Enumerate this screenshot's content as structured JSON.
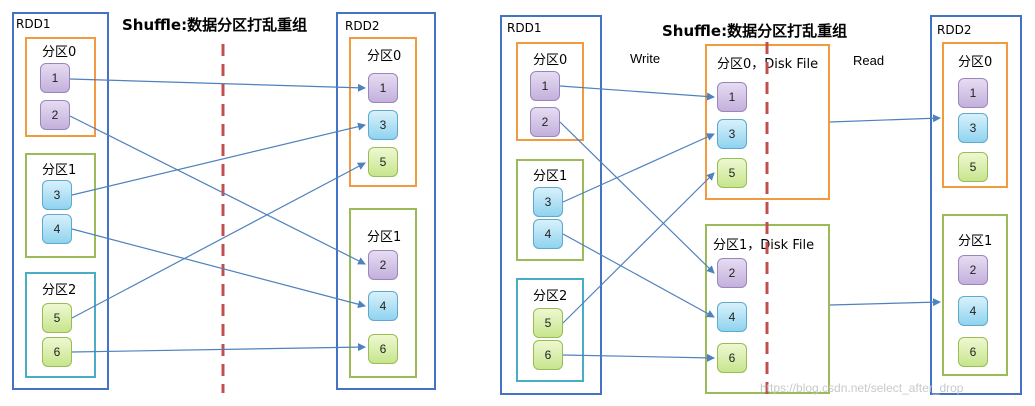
{
  "left": {
    "title": "Shuffle:数据分区打乱重组",
    "rdd1_label": "RDD1",
    "rdd2_label": "RDD2",
    "src_partitions": [
      {
        "label": "分区0",
        "items": [
          "1",
          "2"
        ]
      },
      {
        "label": "分区1",
        "items": [
          "3",
          "4"
        ]
      },
      {
        "label": "分区2",
        "items": [
          "5",
          "6"
        ]
      }
    ],
    "dst_partitions": [
      {
        "label": "分区0",
        "items": [
          "1",
          "3",
          "5"
        ]
      },
      {
        "label": "分区1",
        "items": [
          "2",
          "4",
          "6"
        ]
      }
    ]
  },
  "right": {
    "title": "Shuffle:数据分区打乱重组",
    "rdd1_label": "RDD1",
    "rdd2_label": "RDD2",
    "write_label": "Write",
    "read_label": "Read",
    "src_partitions": [
      {
        "label": "分区0",
        "items": [
          "1",
          "2"
        ]
      },
      {
        "label": "分区1",
        "items": [
          "3",
          "4"
        ]
      },
      {
        "label": "分区2",
        "items": [
          "5",
          "6"
        ]
      }
    ],
    "disk_partitions": [
      {
        "label": "分区0，Disk File",
        "items": [
          "1",
          "3",
          "5"
        ]
      },
      {
        "label": "分区1，Disk File",
        "items": [
          "2",
          "4",
          "6"
        ]
      }
    ],
    "dst_partitions": [
      {
        "label": "分区0",
        "items": [
          "1",
          "3",
          "5"
        ]
      },
      {
        "label": "分区1",
        "items": [
          "2",
          "4",
          "6"
        ]
      }
    ]
  },
  "watermark": "https://blog.csdn.net/select_after_drop",
  "colors": {
    "rdd_border": "#4472c4",
    "partition_0": "#f29a3f",
    "partition_1": "#9bbb59",
    "partition_2": "#4bacc6",
    "arrow": "#4f81bd",
    "divider": "#c0504d",
    "cell_purple": "#c3b0dc",
    "cell_blue": "#8fd3ef",
    "cell_green": "#c7e58d"
  }
}
